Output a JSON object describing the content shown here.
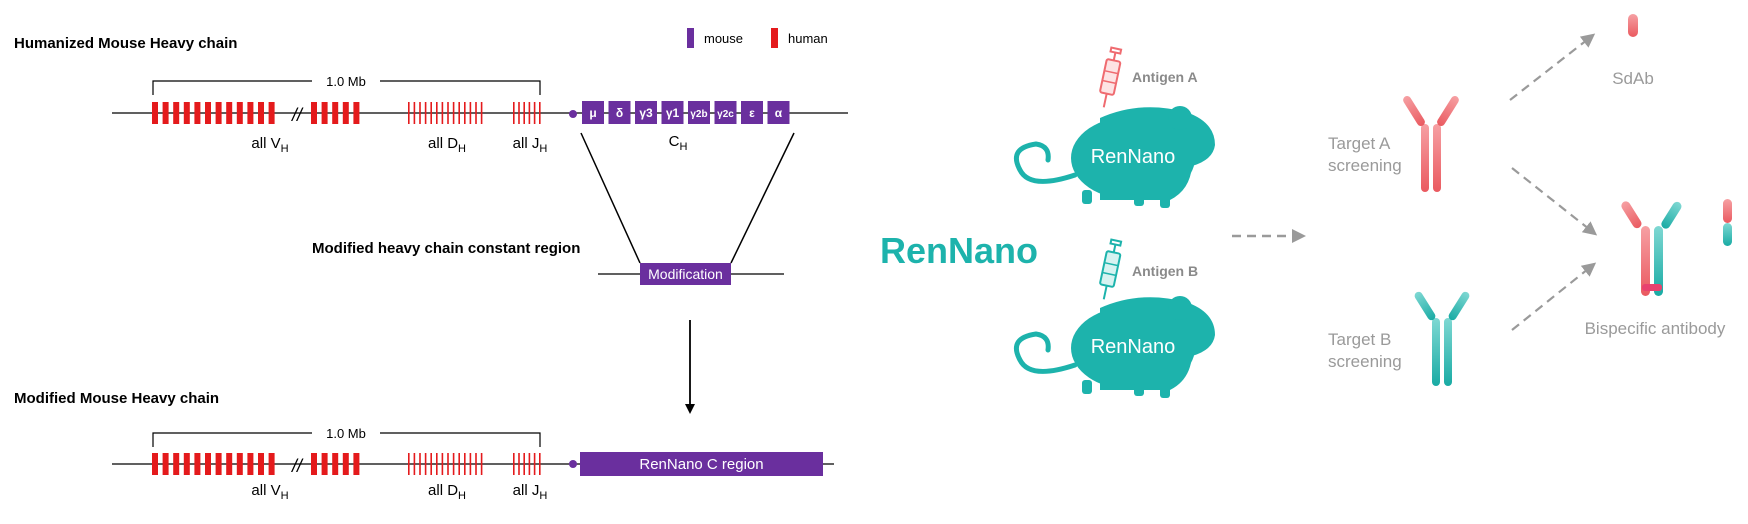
{
  "left_panel": {
    "title_top": "Humanized Mouse Heavy chain",
    "title_middle": "Modified heavy chain constant region",
    "title_bottom": "Modified Mouse Heavy chain",
    "legend": {
      "mouse": "mouse",
      "human": "human"
    },
    "scale_label": "1.0 Mb",
    "break_mark": "//",
    "gene_labels": {
      "v_prefix": "all V",
      "v_sub": "H",
      "d_prefix": "all D",
      "d_sub": "H",
      "j_prefix": "all J",
      "j_sub": "H",
      "c_prefix": "C",
      "c_sub": "H"
    },
    "constant_genes": [
      "μ",
      "δ",
      "γ3",
      "γ1",
      "γ2b",
      "γ2c",
      "ε",
      "α"
    ],
    "modification_label": "Modification",
    "rennano_c_region": "RenNano C region",
    "colors": {
      "mouse": "#6a2f9e",
      "human": "#e41a1c",
      "line": "#000000"
    }
  },
  "right_panel": {
    "brand": "RenNano",
    "mouse_label_top": "RenNano",
    "mouse_label_bottom": "RenNano",
    "antigen_a": "Antigen A",
    "antigen_b": "Antigen B",
    "target_a_line1": "Target A",
    "target_a_line2": "screening",
    "target_b_line1": "Target B",
    "target_b_line2": "screening",
    "sdab": "SdAb",
    "bispecific": "Bispecific antibody",
    "colors": {
      "teal": "#1db3ac",
      "coral": "#ef6b70",
      "gray_text": "#9a9a9a",
      "arrow": "#9a9a9a"
    }
  }
}
